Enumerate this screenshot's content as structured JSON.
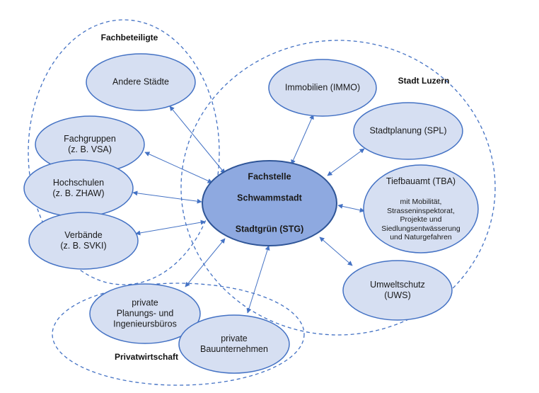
{
  "groups": {
    "fachbeteiligte": "Fachbeteiligte",
    "stadt_luzern": "Stadt Luzern",
    "privatwirtschaft": "Privatwirtschaft"
  },
  "center": {
    "line1": "Fachstelle",
    "line2": "Schwammstadt",
    "line3": "Stadtgrün (STG)"
  },
  "nodes": {
    "andere_staedte": "Andere Städte",
    "fachgruppen": "Fachgruppen\n(z. B. VSA)",
    "hochschulen": "Hochschulen\n(z. B. ZHAW)",
    "verbaende": "Verbände\n(z. B. SVKI)",
    "immobilien": "Immobilien (IMMO)",
    "stadtplanung": "Stadtplanung (SPL)",
    "tiefbauamt_title": "Tiefbauamt (TBA)",
    "tiefbauamt_detail": "mit Mobilität,\nStrasseninspektorat,\nProjekte und\nSiedlungsentwässerung\nund Naturgefahren",
    "umweltschutz": "Umweltschutz\n(UWS)",
    "planungsbueros": "private\nPlanungs- und\nIngenieursbüros",
    "bauunternehmen": "private\nBauunternehmen"
  },
  "colors": {
    "node_fill": "#d6dff2",
    "node_stroke": "#4472c4",
    "center_fill": "#8ea9e0",
    "arrow": "#4472c4"
  }
}
